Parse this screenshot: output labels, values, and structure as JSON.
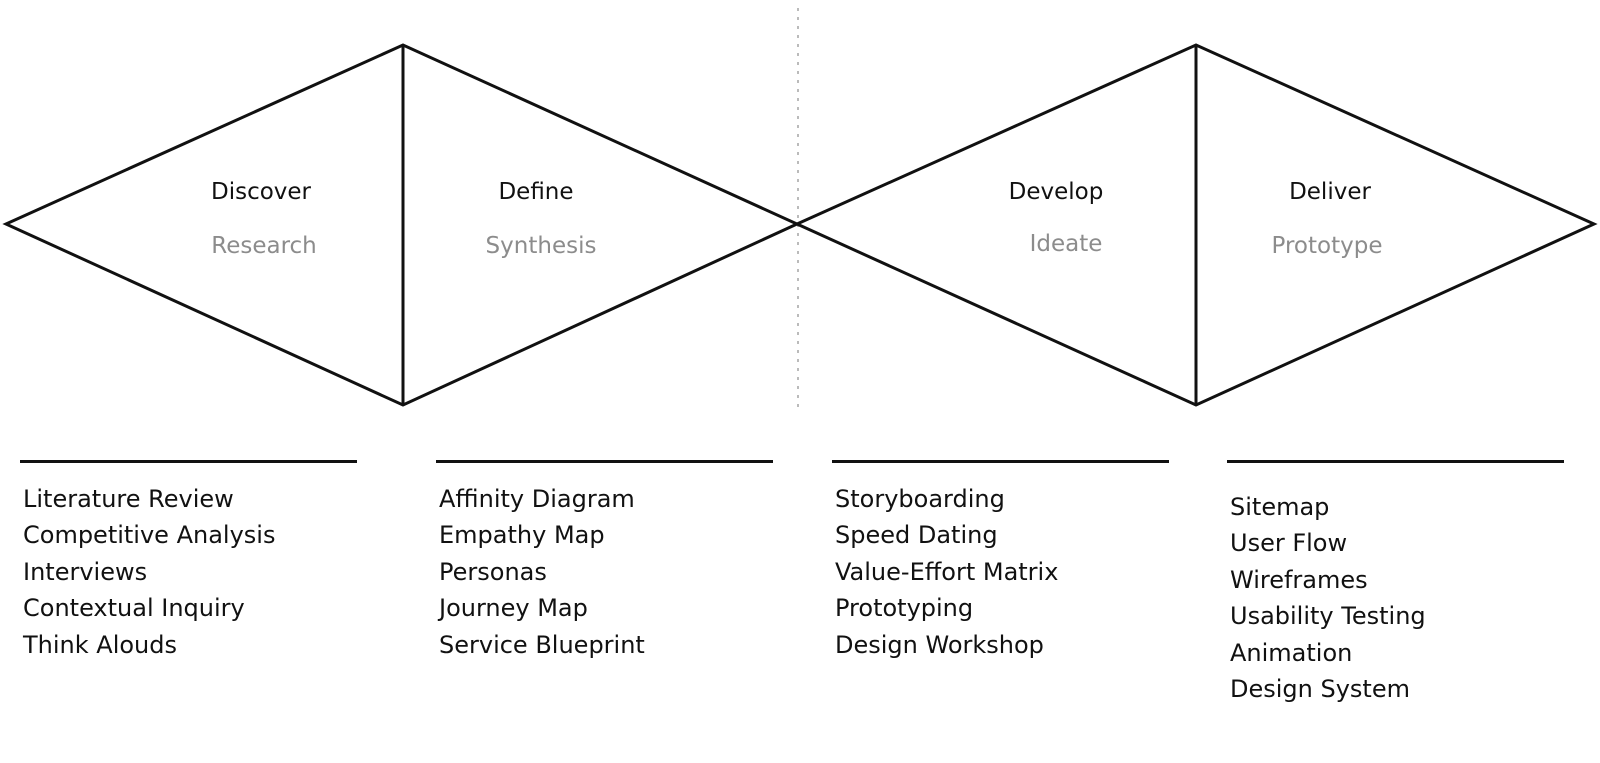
{
  "colors": {
    "stroke": "#111111",
    "title": "#111111",
    "subtitle": "#8c8c8c",
    "divider": "#bbbbbb"
  },
  "phases": [
    {
      "title": "Discover",
      "subtitle": "Research"
    },
    {
      "title": "Define",
      "subtitle": "Synthesis"
    },
    {
      "title": "Develop",
      "subtitle": "Ideate"
    },
    {
      "title": "Deliver",
      "subtitle": "Prototype"
    }
  ],
  "columns": [
    {
      "items": [
        "Literature Review",
        "Competitive Analysis",
        "Interviews",
        "Contextual Inquiry",
        "Think Alouds"
      ]
    },
    {
      "items": [
        "Affinity Diagram",
        "Empathy Map",
        "Personas",
        "Journey Map",
        "Service Blueprint"
      ]
    },
    {
      "items": [
        "Storyboarding",
        "Speed Dating",
        "Value-Effort Matrix",
        "Prototyping",
        "Design Workshop"
      ]
    },
    {
      "items": [
        "Sitemap",
        "User Flow",
        "Wireframes",
        "Usability Testing",
        "Animation",
        "Design System"
      ]
    }
  ]
}
